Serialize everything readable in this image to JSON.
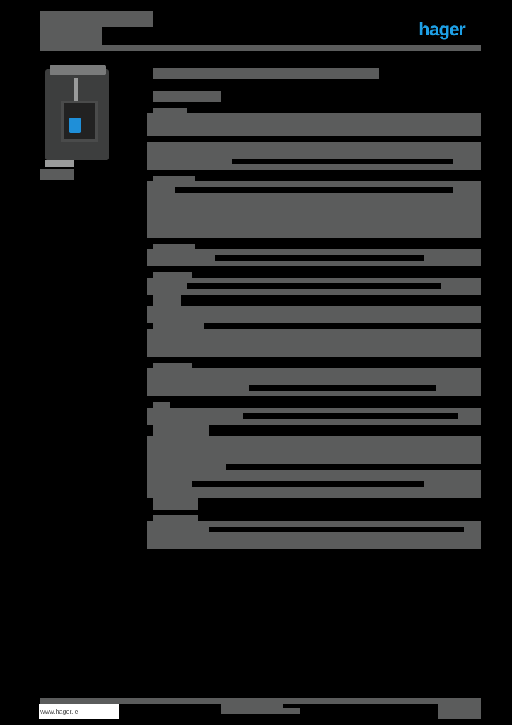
{
  "header": {
    "logo_text": "hager",
    "brand_color": "#1ea0e6"
  },
  "product": {
    "image_alt": "current-transformer-photo"
  },
  "footer": {
    "website": "www.hager.ie"
  },
  "colors": {
    "background": "#000000",
    "redaction_block": "#5b5c5c"
  }
}
